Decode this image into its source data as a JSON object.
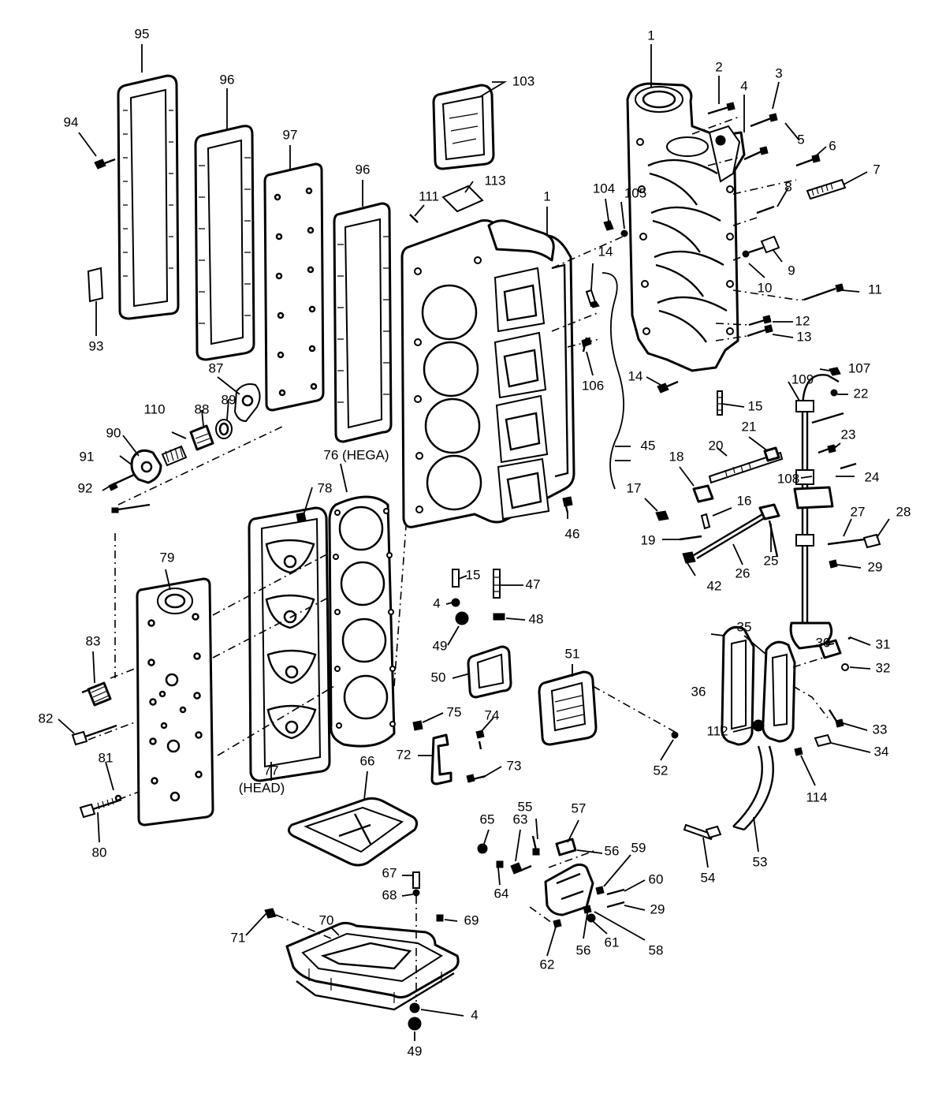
{
  "callouts": [
    {
      "id": "c1a",
      "text": "1"
    },
    {
      "id": "c1b",
      "text": "1"
    },
    {
      "id": "c2",
      "text": "2"
    },
    {
      "id": "c3",
      "text": "3"
    },
    {
      "id": "c4a",
      "text": "4"
    },
    {
      "id": "c4b",
      "text": "4"
    },
    {
      "id": "c4c",
      "text": "4"
    },
    {
      "id": "c5",
      "text": "5"
    },
    {
      "id": "c6",
      "text": "6"
    },
    {
      "id": "c7",
      "text": "7"
    },
    {
      "id": "c8",
      "text": "8"
    },
    {
      "id": "c9",
      "text": "9"
    },
    {
      "id": "c10",
      "text": "10"
    },
    {
      "id": "c11",
      "text": "11"
    },
    {
      "id": "c12",
      "text": "12"
    },
    {
      "id": "c13",
      "text": "13"
    },
    {
      "id": "c14a",
      "text": "14"
    },
    {
      "id": "c14b",
      "text": "14"
    },
    {
      "id": "c15a",
      "text": "15"
    },
    {
      "id": "c15b",
      "text": "15"
    },
    {
      "id": "c16",
      "text": "16"
    },
    {
      "id": "c17",
      "text": "17"
    },
    {
      "id": "c18",
      "text": "18"
    },
    {
      "id": "c19",
      "text": "19"
    },
    {
      "id": "c20",
      "text": "20"
    },
    {
      "id": "c21",
      "text": "21"
    },
    {
      "id": "c22",
      "text": "22"
    },
    {
      "id": "c23",
      "text": "23"
    },
    {
      "id": "c24",
      "text": "24"
    },
    {
      "id": "c25",
      "text": "25"
    },
    {
      "id": "c26",
      "text": "26"
    },
    {
      "id": "c27",
      "text": "27"
    },
    {
      "id": "c28",
      "text": "28"
    },
    {
      "id": "c29a",
      "text": "29"
    },
    {
      "id": "c29b",
      "text": "29"
    },
    {
      "id": "c30",
      "text": "30"
    },
    {
      "id": "c31",
      "text": "31"
    },
    {
      "id": "c32",
      "text": "32"
    },
    {
      "id": "c33",
      "text": "33"
    },
    {
      "id": "c34",
      "text": "34"
    },
    {
      "id": "c35",
      "text": "35"
    },
    {
      "id": "c36",
      "text": "36"
    },
    {
      "id": "c42",
      "text": "42"
    },
    {
      "id": "c45",
      "text": "45"
    },
    {
      "id": "c46",
      "text": "46"
    },
    {
      "id": "c47",
      "text": "47"
    },
    {
      "id": "c48",
      "text": "48"
    },
    {
      "id": "c49a",
      "text": "49"
    },
    {
      "id": "c49b",
      "text": "49"
    },
    {
      "id": "c50",
      "text": "50"
    },
    {
      "id": "c51",
      "text": "51"
    },
    {
      "id": "c52",
      "text": "52"
    },
    {
      "id": "c53",
      "text": "53"
    },
    {
      "id": "c54",
      "text": "54"
    },
    {
      "id": "c55",
      "text": "55"
    },
    {
      "id": "c56a",
      "text": "56"
    },
    {
      "id": "c56b",
      "text": "56"
    },
    {
      "id": "c57",
      "text": "57"
    },
    {
      "id": "c58",
      "text": "58"
    },
    {
      "id": "c59",
      "text": "59"
    },
    {
      "id": "c60",
      "text": "60"
    },
    {
      "id": "c61",
      "text": "61"
    },
    {
      "id": "c62",
      "text": "62"
    },
    {
      "id": "c63",
      "text": "63"
    },
    {
      "id": "c64",
      "text": "64"
    },
    {
      "id": "c65",
      "text": "65"
    },
    {
      "id": "c66",
      "text": "66"
    },
    {
      "id": "c67",
      "text": "67"
    },
    {
      "id": "c68",
      "text": "68"
    },
    {
      "id": "c69",
      "text": "69"
    },
    {
      "id": "c70",
      "text": "70"
    },
    {
      "id": "c71",
      "text": "71"
    },
    {
      "id": "c72",
      "text": "72"
    },
    {
      "id": "c73",
      "text": "73"
    },
    {
      "id": "c74",
      "text": "74"
    },
    {
      "id": "c75",
      "text": "75"
    },
    {
      "id": "c76",
      "text": "76 (HEGA)"
    },
    {
      "id": "c77",
      "text": "77"
    },
    {
      "id": "c77b",
      "text": "(HEAD)"
    },
    {
      "id": "c78",
      "text": "78"
    },
    {
      "id": "c79",
      "text": "79"
    },
    {
      "id": "c80",
      "text": "80"
    },
    {
      "id": "c81",
      "text": "81"
    },
    {
      "id": "c82",
      "text": "82"
    },
    {
      "id": "c83",
      "text": "83"
    },
    {
      "id": "c87",
      "text": "87"
    },
    {
      "id": "c88",
      "text": "88"
    },
    {
      "id": "c89",
      "text": "89"
    },
    {
      "id": "c90",
      "text": "90"
    },
    {
      "id": "c91",
      "text": "91"
    },
    {
      "id": "c92",
      "text": "92"
    },
    {
      "id": "c93",
      "text": "93"
    },
    {
      "id": "c94",
      "text": "94"
    },
    {
      "id": "c95",
      "text": "95"
    },
    {
      "id": "c96a",
      "text": "96"
    },
    {
      "id": "c96b",
      "text": "96"
    },
    {
      "id": "c97",
      "text": "97"
    },
    {
      "id": "c103",
      "text": "103"
    },
    {
      "id": "c104",
      "text": "104"
    },
    {
      "id": "c105",
      "text": "105"
    },
    {
      "id": "c106",
      "text": "106"
    },
    {
      "id": "c107",
      "text": "107"
    },
    {
      "id": "c108",
      "text": "108"
    },
    {
      "id": "c109",
      "text": "109"
    },
    {
      "id": "c110",
      "text": "110"
    },
    {
      "id": "c111",
      "text": "111"
    },
    {
      "id": "c112",
      "text": "112"
    },
    {
      "id": "c113",
      "text": "113"
    },
    {
      "id": "c114",
      "text": "114"
    }
  ]
}
